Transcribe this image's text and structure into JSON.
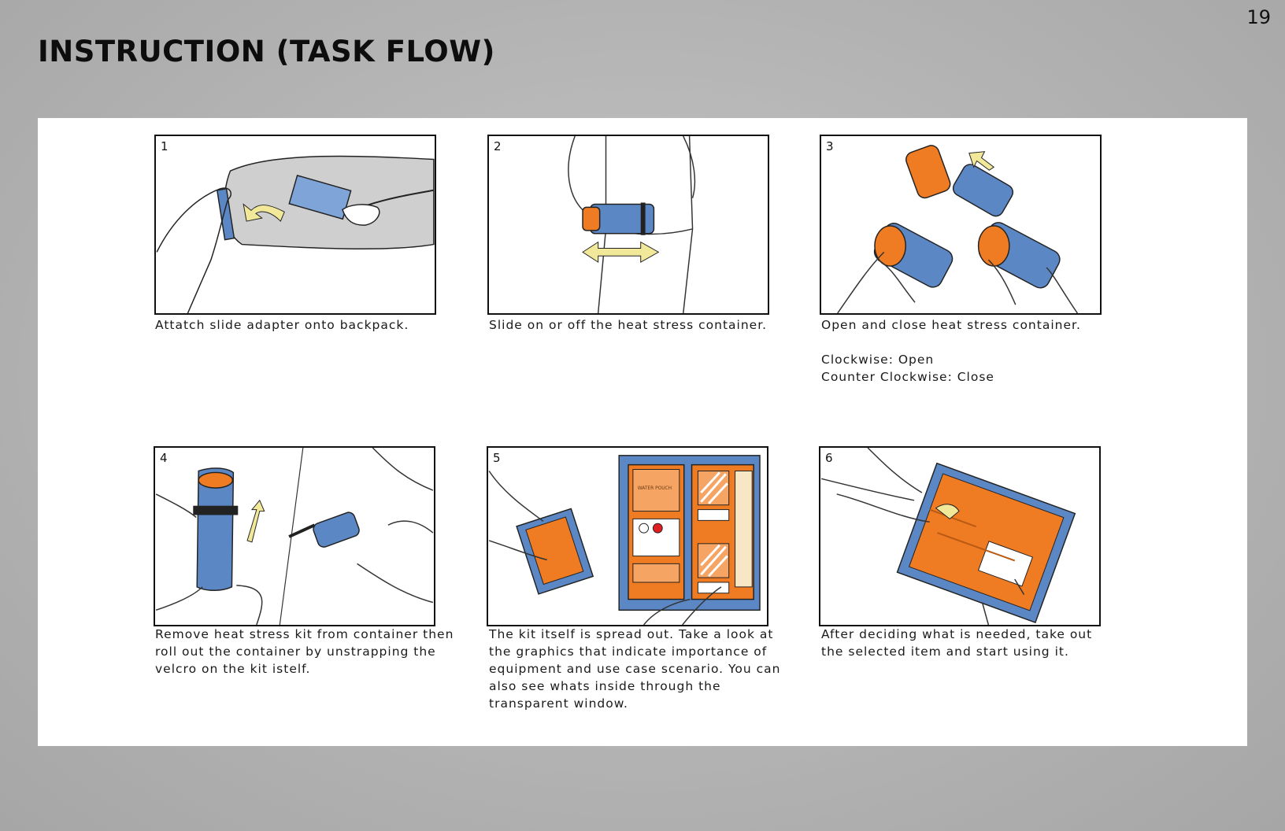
{
  "page": {
    "number": "19",
    "title": "INSTRUCTION (TASK FLOW)"
  },
  "colors": {
    "blue": "#5b87c4",
    "orange": "#ef7b22",
    "yellow": "#f1e89a",
    "sheet": "#ffffff",
    "background": "#b4b4b4"
  },
  "steps": [
    {
      "number": "1",
      "caption": [
        "Attatch slide adapter onto backpack."
      ]
    },
    {
      "number": "2",
      "caption": [
        "Slide on or off the heat stress container."
      ]
    },
    {
      "number": "3",
      "caption": [
        "Open and close heat stress container."
      ],
      "extra": [
        "Clockwise: Open",
        "Counter Clockwise: Close"
      ]
    },
    {
      "number": "4",
      "caption": [
        "Remove heat stress kit from container then",
        "roll out the container by unstrapping the",
        "velcro on the kit istelf."
      ]
    },
    {
      "number": "5",
      "caption": [
        "The kit itself is spread out. Take a look at",
        "the graphics that indicate importance of",
        "equipment and use case scenario. You can",
        "also see whats inside through the",
        "transparent window."
      ],
      "label": "WATER POUCH"
    },
    {
      "number": "6",
      "caption": [
        "After deciding what is needed, take out",
        "the selected item and start using it."
      ]
    }
  ]
}
